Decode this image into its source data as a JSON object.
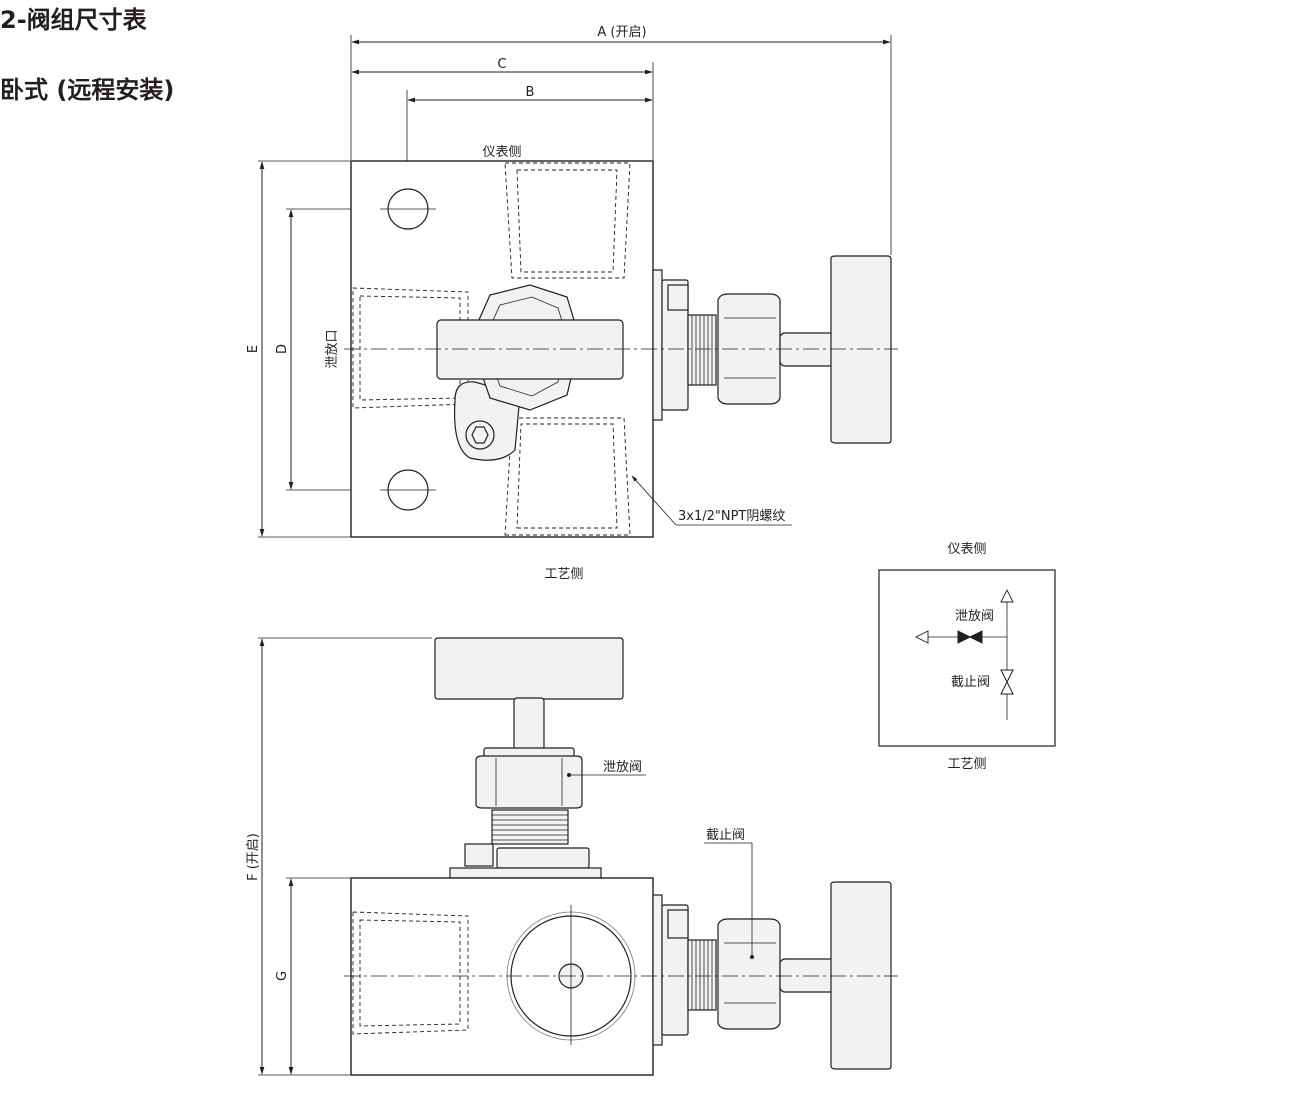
{
  "title": "2-阀组尺寸表",
  "subtitle": "卧式 (远程安装)",
  "top_view": {
    "dim_a": "A (开启)",
    "dim_b": "B",
    "dim_c": "C",
    "dim_d": "D",
    "dim_e": "E",
    "instrument_side": "仪表侧",
    "process_side": "工艺侧",
    "vent_port": "泄放口",
    "thread_note": "3x1/2\"NPT阴螺纹"
  },
  "side_view": {
    "dim_f": "F (开启)",
    "dim_g": "G",
    "vent_valve": "泄放阀",
    "block_valve": "截止阀"
  },
  "schematic": {
    "instrument_side": "仪表侧",
    "process_side": "工艺侧",
    "vent_valve": "泄放阀",
    "block_valve": "截止阀"
  }
}
